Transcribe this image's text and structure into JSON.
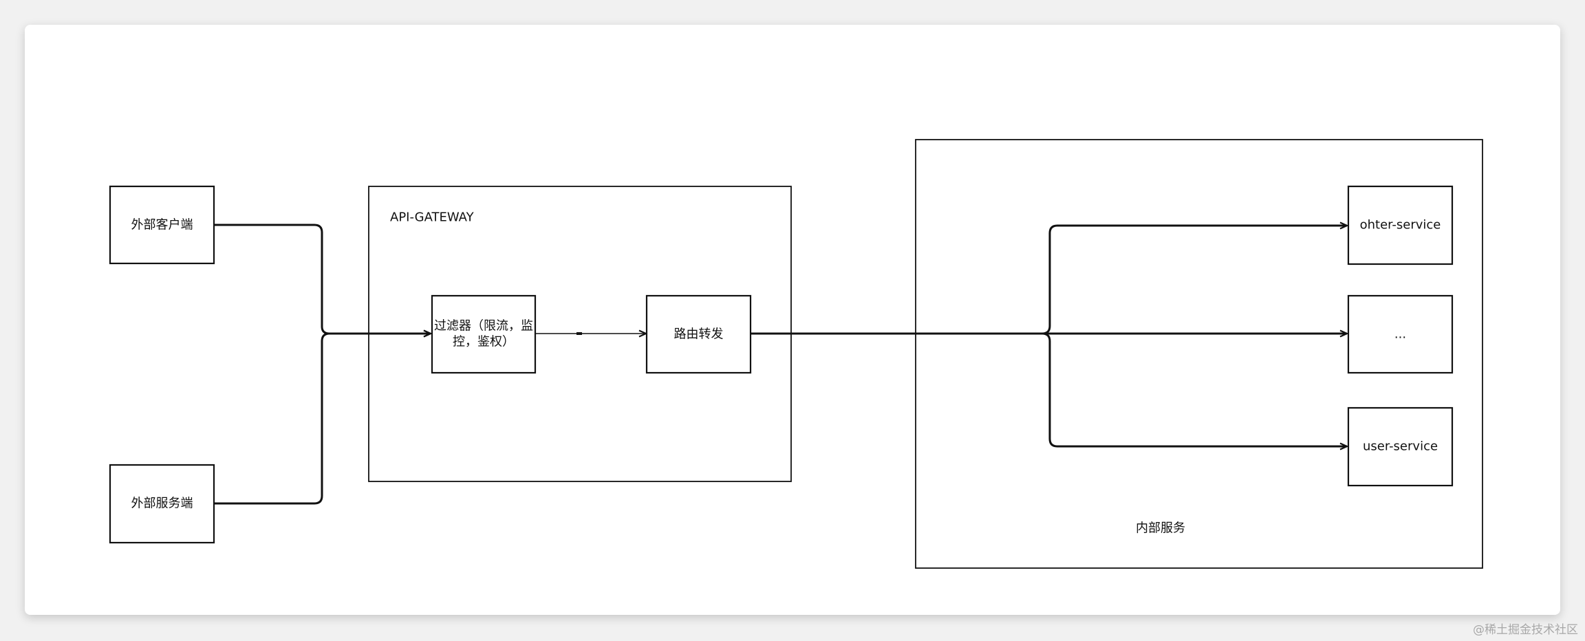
{
  "nodes": {
    "external_client": "外部客户端",
    "external_service": "外部服务端",
    "gateway_title": "API-GATEWAY",
    "filter_line1": "过滤器（限流，监",
    "filter_line2": "控，鉴权）",
    "routing": "路由转发",
    "other_service": "ohter-service",
    "ellipsis_service": "...",
    "user_service": "user-service",
    "internal_title": "内部服务"
  },
  "watermark": "@稀土掘金技术社区"
}
